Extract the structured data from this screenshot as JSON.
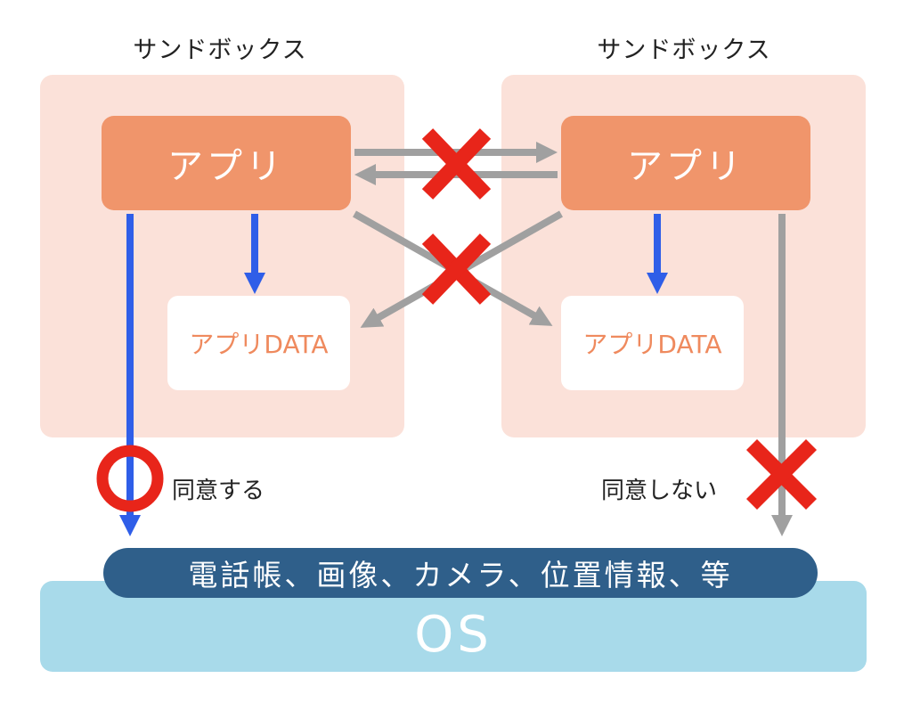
{
  "sandbox_left": {
    "label": "サンドボックス",
    "app": "アプリ",
    "data": "アプリDATA"
  },
  "sandbox_right": {
    "label": "サンドボックス",
    "app": "アプリ",
    "data": "アプリDATA"
  },
  "consent": {
    "agree": "同意する",
    "disagree": "同意しない"
  },
  "resources_label": "電話帳、画像、カメラ、位置情報、等",
  "os_label": "OS",
  "colors": {
    "sandbox_bg": "#fbe1d9",
    "app_bg": "#f0956b",
    "data_text": "#ef8a5e",
    "allowed_arrow": "#2f5ee8",
    "denied_arrow": "#a0a0a0",
    "cross": "#e8251a",
    "resources_bg": "#2f5f8a",
    "os_bg": "#a8daea"
  }
}
